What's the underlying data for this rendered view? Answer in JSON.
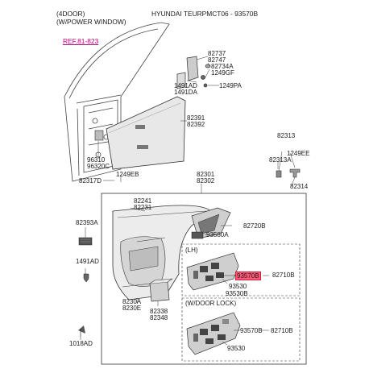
{
  "header": {
    "door_type": "(4DOOR)",
    "window_type": "(W/POWER WINDOW)",
    "model": "HYUNDAI TEURPMCT06 - 93570B",
    "ref": "REF.81-823"
  },
  "parts": {
    "p82737": "82737",
    "p82747": "82747",
    "p82734A": "82734A",
    "p1249GF": "1249GF",
    "p1491AD_top": "1491AD",
    "p1491DA": "1491DA",
    "p1249PA": "1249PA",
    "p82391": "82391",
    "p82392": "82392",
    "p82313": "82313",
    "p1249EE": "1249EE",
    "p82313A": "82313A",
    "p82314": "82314",
    "p96310": "96310",
    "p96320C": "96320C",
    "p1249EB": "1249EB",
    "p82317D": "82317D",
    "p82301": "82301",
    "p82302": "82302",
    "p82241": "82241",
    "p82231": "82231",
    "p82720B": "82720B",
    "p93580A": "93580A",
    "p82393A": "82393A",
    "p1491AD_mid": "1491AD",
    "p93570B_highlight": "93570B",
    "p82710B_lh": "82710B",
    "p93530_lh": "93530",
    "p93530B": "93530B",
    "p8230A": "8230A",
    "p8230E": "8230E",
    "p82338": "82338",
    "p82348": "82348",
    "p1018AD": "1018AD",
    "p93570B_lock": "93570B",
    "p82710B_lock": "82710B",
    "p93530_lock": "93530"
  },
  "sections": {
    "lh": "(LH)",
    "door_lock": "(W/DOOR LOCK)"
  },
  "colors": {
    "highlight": "#ff5a78",
    "ref_link": "#c0007a",
    "line": "#333333",
    "part_fill": "#d9d9d9",
    "part_dark": "#5a5a5a"
  }
}
